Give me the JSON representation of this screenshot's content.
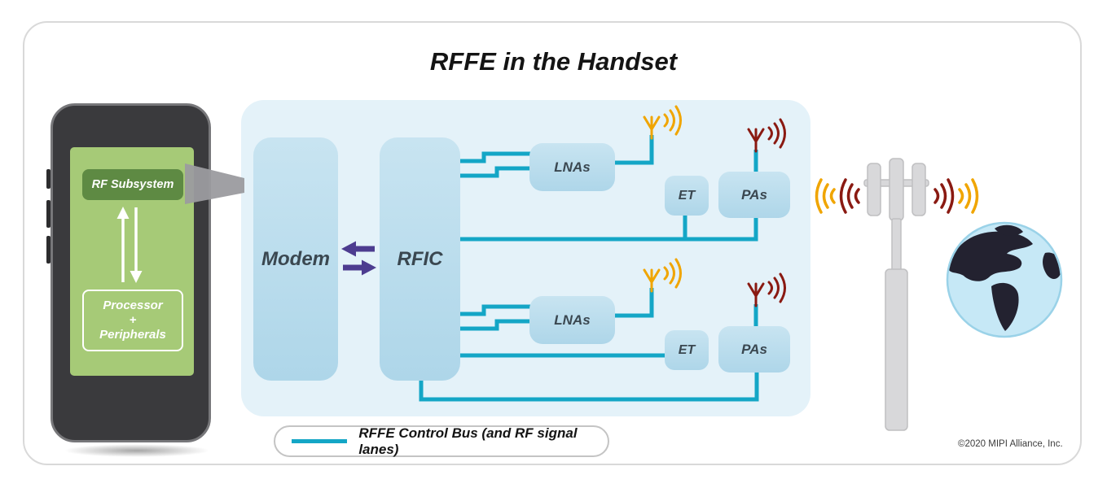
{
  "title": "RFFE in the Handset",
  "phone": {
    "rf_subsystem_label": "RF Subsystem",
    "processor_label": "Processor\n+\nPeripherals"
  },
  "rf_subsystem_panel": {
    "modem_label": "Modem",
    "rfic_label": "RFIC",
    "chains": [
      {
        "lnas": "LNAs",
        "et": "ET",
        "pas": "PAs"
      },
      {
        "lnas": "LNAs",
        "et": "ET",
        "pas": "PAs"
      }
    ]
  },
  "legend": {
    "label": "RFFE Control Bus (and RF signal lanes)"
  },
  "footer": {
    "copyright": "©2020 MIPI Alliance, Inc."
  },
  "colors": {
    "control_bus_teal": "#14A6C6",
    "arrow_purple": "#4D3C90",
    "panel_blue": "#E4F2F9",
    "box_blue": "#B9DCEC",
    "screen_green": "#A6CA77",
    "subsystem_green": "#5E8A43",
    "antenna_yellow": "#F0A500",
    "antenna_red": "#8A1A12"
  }
}
